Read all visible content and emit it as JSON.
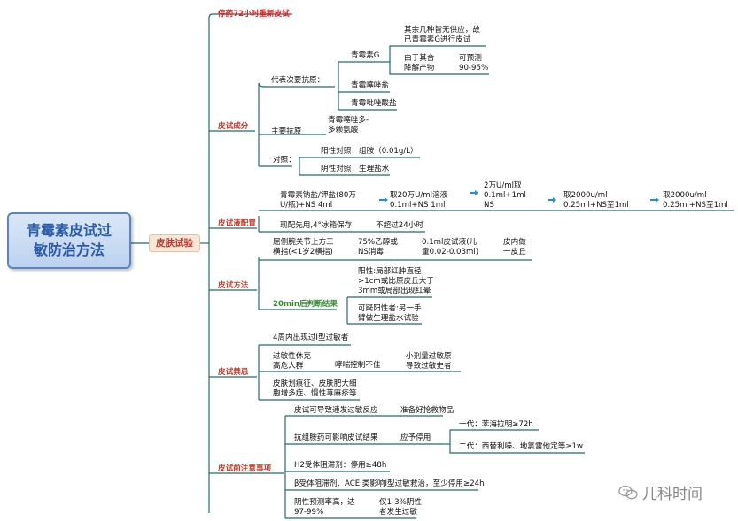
{
  "main_topic": "青霉素皮试过\n敏防治方法",
  "level1": "皮肤试验",
  "top_note": "停药72小时重新皮试",
  "components": {
    "label": "皮试成分",
    "major": {
      "label": "代表次要抗原：",
      "penicillin_g": "青霉素G",
      "pg_note": "其余几种皆无供应，故\n已青霉素G进行皮试",
      "pg_degrade": "由于其合\n降解产物",
      "pg_predict": "可预测\n90-95%",
      "item2": "青霉噻唑盐",
      "item3": "青霉吡唑酸盐"
    },
    "main_antigen": {
      "label": "主要抗原",
      "value": "青霉噻唑多-\n多赖氨酸"
    },
    "control": {
      "label": "对照：",
      "positive": "阳性对照：组胺（0.01g/L）",
      "negative": "阴性对照：生理盐水"
    }
  },
  "prep": {
    "label": "皮试液配置",
    "steps": [
      "青霉素钠盐/钾盐(80万\nU/瓶)+NS 4ml",
      "取20万U/ml溶液\n0.1ml+NS 1ml",
      "2万U/ml取\n0.1ml+1ml\nNS",
      "取2000u/ml\n0.25ml+NS至1ml",
      "取2000u/ml\n0.25ml+NS至1ml"
    ],
    "fresh": "现配先用,4°冰箱保存",
    "limit": "不超过24小时"
  },
  "method": {
    "label": "皮试方法",
    "site": "屈侧腕关节上方三\n横指(<1岁2横指)",
    "alcohol": "75%乙醇或\nNS消毒",
    "dose": "0.1ml皮试液(儿\n童0.02-0.03ml)",
    "bleb": "皮内做\n一皮丘",
    "judge": "20min后判断结果",
    "positive": "阳性:局部红肿直径\n>1cm或比原皮丘大于\n3mm或局部出现红晕",
    "suspect": "可疑阳性者:另一手\n臂做生理盐水试验"
  },
  "contra": {
    "label": "皮试禁忌",
    "c1": "4周内出现过I型过敏者",
    "c2": "过敏性休克\n高危人群",
    "c3": "哮喘控制不佳",
    "c4": "小剂量过敏原\n导致过敏史者",
    "c5": "皮肤划痕征、皮肤肥大细\n胞增多症、慢性荨麻疹等"
  },
  "notes": {
    "label": "皮试前注意事项",
    "n1": "皮试可导致速发过敏反应",
    "n1b": "准备好抢救物品",
    "n2": "抗组胺药可影响皮试结果",
    "n2b": "应予停用",
    "gen1": "一代：苯海拉明≥72h",
    "gen2": "二代：西替利嗪、地氯雷他定等≥1w",
    "n3": "H2受体阻滞剂：停用≥48h",
    "n4": "β受体阻滞剂、ACEI类影响I型过敏救治，至少停用≥24h",
    "n5": "阴性预测率高，达\n97-99%",
    "n5b": "仅1-3%阴性\n者发生过敏"
  },
  "watermark": "儿科时间",
  "colors": {
    "branch_line": "#1e6e6e",
    "accent_red": "#c0392b",
    "title_blue": "#2a5ca8",
    "arrow_blue": "#1b93d1",
    "green": "#2f8f2f"
  }
}
